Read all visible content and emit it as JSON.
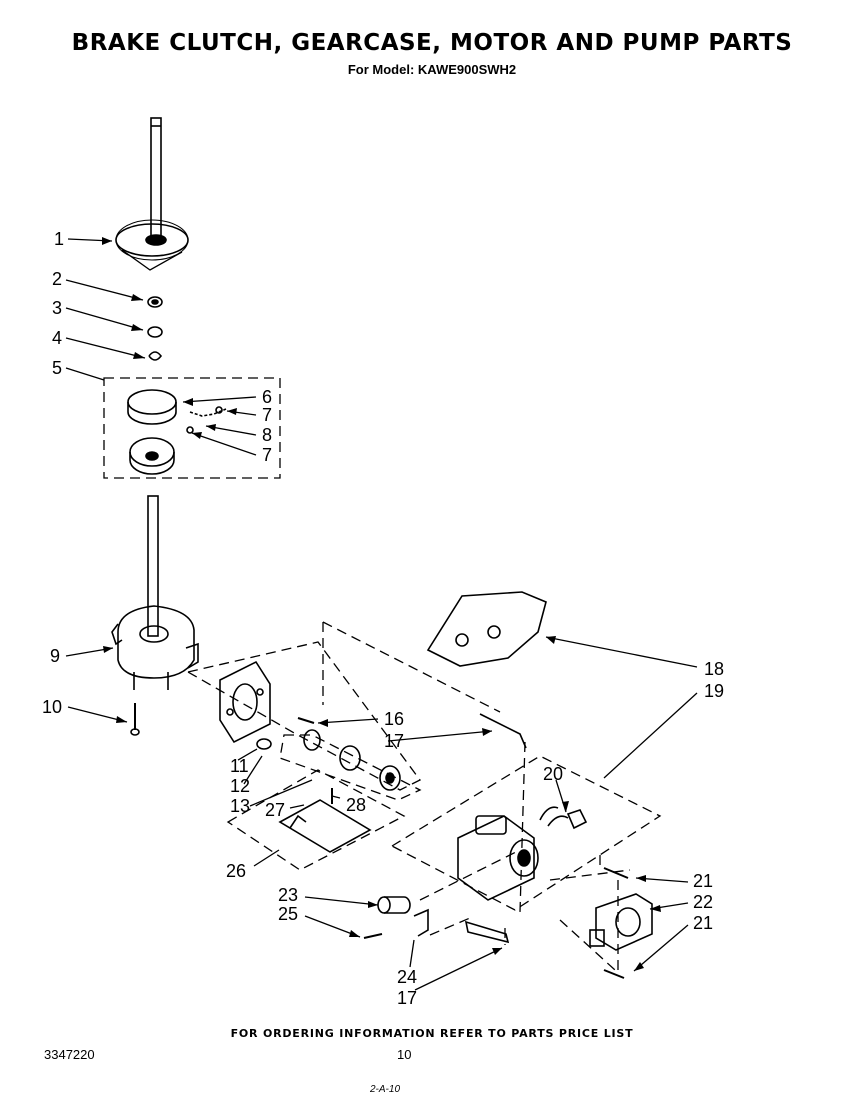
{
  "header": {
    "title": "BRAKE  CLUTCH, GEARCASE, MOTOR AND PUMP PARTS",
    "subtitle": "For Model: KAWE900SWH2"
  },
  "callouts": [
    {
      "id": "c1",
      "label": "1"
    },
    {
      "id": "c2",
      "label": "2"
    },
    {
      "id": "c3",
      "label": "3"
    },
    {
      "id": "c4",
      "label": "4"
    },
    {
      "id": "c5",
      "label": "5"
    },
    {
      "id": "c6",
      "label": "6"
    },
    {
      "id": "c7a",
      "label": "7"
    },
    {
      "id": "c8",
      "label": "8"
    },
    {
      "id": "c7b",
      "label": "7"
    },
    {
      "id": "c9",
      "label": "9"
    },
    {
      "id": "c10",
      "label": "10"
    },
    {
      "id": "c11",
      "label": "11"
    },
    {
      "id": "c12",
      "label": "12"
    },
    {
      "id": "c13",
      "label": "13"
    },
    {
      "id": "c16",
      "label": "16"
    },
    {
      "id": "c17a",
      "label": "17"
    },
    {
      "id": "c18",
      "label": "18"
    },
    {
      "id": "c19",
      "label": "19"
    },
    {
      "id": "c20",
      "label": "20"
    },
    {
      "id": "c21a",
      "label": "21"
    },
    {
      "id": "c22",
      "label": "22"
    },
    {
      "id": "c21b",
      "label": "21"
    },
    {
      "id": "c23",
      "label": "23"
    },
    {
      "id": "c25",
      "label": "25"
    },
    {
      "id": "c24",
      "label": "24"
    },
    {
      "id": "c17b",
      "label": "17"
    },
    {
      "id": "c26",
      "label": "26"
    },
    {
      "id": "c27",
      "label": "27"
    },
    {
      "id": "c28",
      "label": "28"
    }
  ],
  "footer": {
    "ordering_note": "FOR ORDERING INFORMATION REFER TO PARTS PRICE LIST",
    "document_number": "3347220",
    "page_number": "10",
    "revision": "2-A-10"
  }
}
